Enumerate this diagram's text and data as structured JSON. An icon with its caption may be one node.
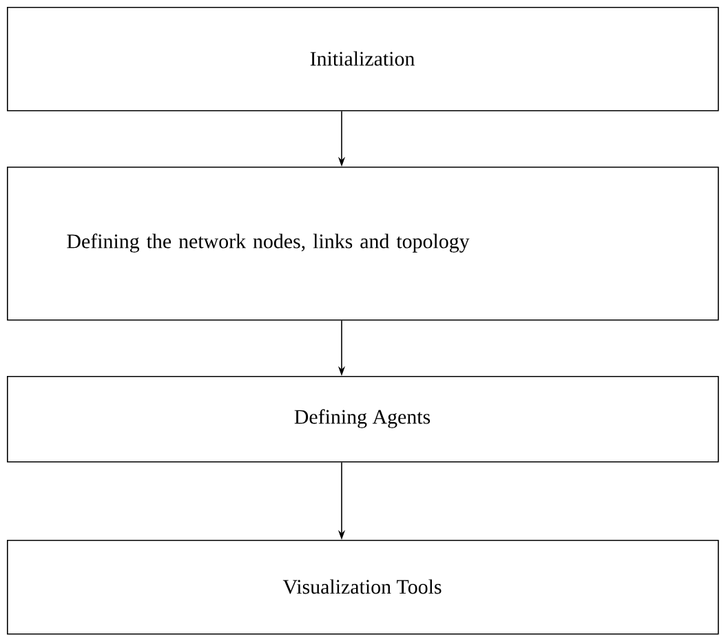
{
  "diagram": {
    "nodes": [
      {
        "text": [
          "Initialization"
        ]
      },
      {
        "text": [
          "Defining the network nodes, links and topology"
        ]
      },
      {
        "text": [
          "Defining Agents"
        ]
      },
      {
        "text": [
          "Visualization Tools"
        ]
      }
    ],
    "edges": [
      {
        "from": 0,
        "to": 1,
        "arrow": "to"
      },
      {
        "from": 1,
        "to": 2,
        "arrow": "to"
      },
      {
        "from": 2,
        "to": 3,
        "arrow": "to"
      }
    ]
  }
}
